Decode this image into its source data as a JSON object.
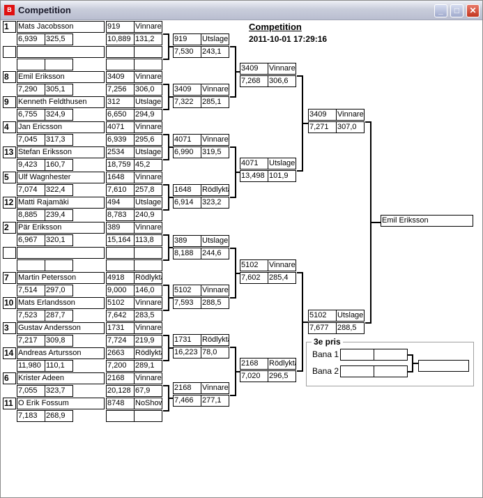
{
  "window": {
    "title": "Competition",
    "icon": "bracket-app-icon",
    "buttons": [
      "minimize",
      "maximize",
      "close"
    ]
  },
  "header": {
    "title": "Competition",
    "datetime": "2011-10-01 17:29:16"
  },
  "entrants": [
    {
      "seed": "1",
      "name": "Mats Jacobsson",
      "time": "6,939",
      "speed": "325,5"
    },
    {
      "seed": "",
      "name": "",
      "time": "",
      "speed": ""
    },
    {
      "seed": "8",
      "name": "Emil Eriksson",
      "time": "7,290",
      "speed": "305,1"
    },
    {
      "seed": "9",
      "name": "Kenneth Feldthusen",
      "time": "6,755",
      "speed": "324,9"
    },
    {
      "seed": "4",
      "name": "Jan Ericsson",
      "time": "7,045",
      "speed": "317,3"
    },
    {
      "seed": "13",
      "name": "Stefan Eriksson",
      "time": "9,423",
      "speed": "160,7"
    },
    {
      "seed": "5",
      "name": "Ulf Wagnhester",
      "time": "7,074",
      "speed": "322,4"
    },
    {
      "seed": "12",
      "name": "Matti Rajamäki",
      "time": "8,885",
      "speed": "239,4"
    },
    {
      "seed": "2",
      "name": "Pär Eriksson",
      "time": "6,967",
      "speed": "320,1"
    },
    {
      "seed": "",
      "name": "",
      "time": "",
      "speed": ""
    },
    {
      "seed": "7",
      "name": "Martin Petersson",
      "time": "7,514",
      "speed": "297,0"
    },
    {
      "seed": "10",
      "name": "Mats Erlandsson",
      "time": "7,523",
      "speed": "287,7"
    },
    {
      "seed": "3",
      "name": "Gustav Andersson",
      "time": "7,217",
      "speed": "309,8"
    },
    {
      "seed": "14",
      "name": "Andreas Artursson",
      "time": "11,980",
      "speed": "110,1"
    },
    {
      "seed": "6",
      "name": "Krister Adeen",
      "time": "7,055",
      "speed": "323,7"
    },
    {
      "seed": "11",
      "name": "O Erik Fossum",
      "time": "7,183",
      "speed": "268,9"
    }
  ],
  "rounds": [
    [
      {
        "id": "919",
        "status": "Vinnare",
        "time": "10,889",
        "speed": "131,2"
      },
      {
        "id": "",
        "status": "",
        "time": "",
        "speed": ""
      },
      {
        "id": "3409",
        "status": "Vinnare",
        "time": "7,256",
        "speed": "306,0"
      },
      {
        "id": "312",
        "status": "Utslagen",
        "time": "6,650",
        "speed": "294,9"
      },
      {
        "id": "4071",
        "status": "Vinnare",
        "time": "6,939",
        "speed": "295,6"
      },
      {
        "id": "2534",
        "status": "Utslagen",
        "time": "18,759",
        "speed": "45,2"
      },
      {
        "id": "1648",
        "status": "Vinnare",
        "time": "7,610",
        "speed": "257,8"
      },
      {
        "id": "494",
        "status": "Utslagen",
        "time": "8,783",
        "speed": "240,9"
      },
      {
        "id": "389",
        "status": "Vinnare",
        "time": "15,164",
        "speed": "113,8"
      },
      {
        "id": "",
        "status": "",
        "time": "",
        "speed": ""
      },
      {
        "id": "4918",
        "status": "Rödlyktan",
        "time": "9,000",
        "speed": "146,0"
      },
      {
        "id": "5102",
        "status": "Vinnare",
        "time": "7,642",
        "speed": "283,5"
      },
      {
        "id": "1731",
        "status": "Vinnare",
        "time": "7,724",
        "speed": "219,9"
      },
      {
        "id": "2663",
        "status": "Rödlyktan",
        "time": "7,200",
        "speed": "289,1"
      },
      {
        "id": "2168",
        "status": "Vinnare",
        "time": "20,128",
        "speed": "67,9"
      },
      {
        "id": "8748",
        "status": "NoShow",
        "time": "",
        "speed": ""
      }
    ],
    [
      {
        "id": "919",
        "status": "Utslagen",
        "time": "7,530",
        "speed": "243,1"
      },
      {
        "id": "3409",
        "status": "Vinnare",
        "time": "7,322",
        "speed": "285,1"
      },
      {
        "id": "4071",
        "status": "Vinnare",
        "time": "6,990",
        "speed": "319,5"
      },
      {
        "id": "1648",
        "status": "Rödlyktan",
        "time": "6,914",
        "speed": "323,2"
      },
      {
        "id": "389",
        "status": "Utslagen",
        "time": "8,188",
        "speed": "244,6"
      },
      {
        "id": "5102",
        "status": "Vinnare",
        "time": "7,593",
        "speed": "288,5"
      },
      {
        "id": "1731",
        "status": "Rödlyktan",
        "time": "16,223",
        "speed": "78,0"
      },
      {
        "id": "2168",
        "status": "Vinnare",
        "time": "7,466",
        "speed": "277,1"
      }
    ],
    [
      {
        "id": "3409",
        "status": "Vinnare",
        "time": "7,268",
        "speed": "306,6"
      },
      {
        "id": "4071",
        "status": "Utslagen",
        "time": "13,498",
        "speed": "101,9"
      },
      {
        "id": "5102",
        "status": "Vinnare",
        "time": "7,602",
        "speed": "285,4"
      },
      {
        "id": "2168",
        "status": "Rödlyktan",
        "time": "7,020",
        "speed": "296,5"
      }
    ],
    [
      {
        "id": "3409",
        "status": "Vinnare",
        "time": "7,271",
        "speed": "307,0"
      },
      {
        "id": "5102",
        "status": "Utslagen",
        "time": "7,677",
        "speed": "288,5"
      }
    ]
  ],
  "final": {
    "winner": "Emil Eriksson"
  },
  "third_place": {
    "title": "3e pris",
    "lane1_label": "Bana 1",
    "lane2_label": "Bana 2",
    "lane1": [
      "",
      ""
    ],
    "lane2": [
      "",
      ""
    ],
    "winner": ""
  }
}
